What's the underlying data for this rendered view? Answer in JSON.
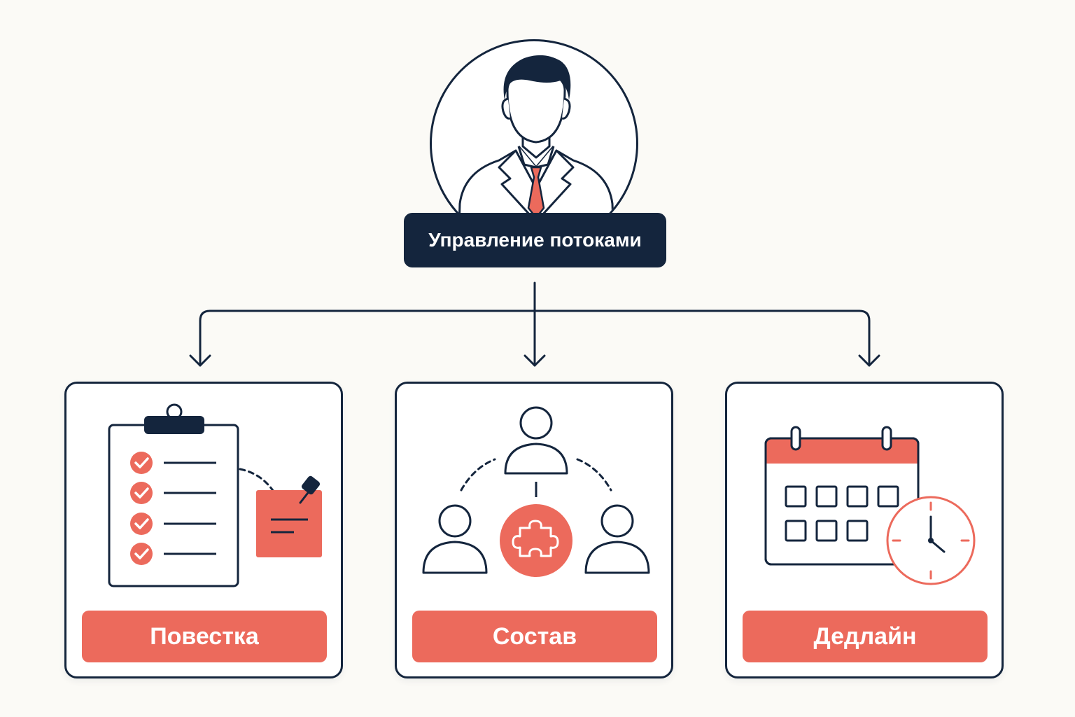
{
  "colors": {
    "navy": "#14253d",
    "coral": "#ec6a5c",
    "background": "#fbfaf6",
    "card": "#ffffff"
  },
  "root": {
    "title": "Управление потоками",
    "icon": "manager-avatar-icon"
  },
  "cards": [
    {
      "label": "Повестка",
      "icon": "clipboard-checklist-icon"
    },
    {
      "label": "Состав",
      "icon": "team-puzzle-icon"
    },
    {
      "label": "Дедлайн",
      "icon": "calendar-clock-icon"
    }
  ]
}
